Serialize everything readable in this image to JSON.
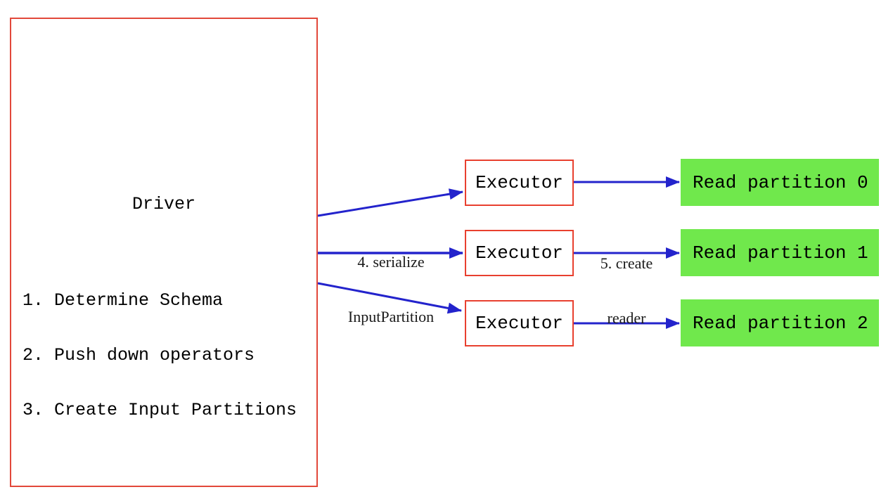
{
  "diagram": {
    "driver": {
      "title": "Driver",
      "steps": [
        "1. Determine Schema",
        "2. Push down operators",
        "3. Create Input Partitions"
      ]
    },
    "executors": [
      {
        "label": "Executor"
      },
      {
        "label": "Executor"
      },
      {
        "label": "Executor"
      }
    ],
    "partitions": [
      {
        "label": "Read partition 0"
      },
      {
        "label": "Read partition 1"
      },
      {
        "label": "Read partition 2"
      }
    ],
    "edge_labels": {
      "serialize": {
        "line1": "4. serialize",
        "line2": "InputPartition"
      },
      "create_reader": {
        "line1": "5. create",
        "line2": "reader"
      }
    },
    "colors": {
      "box_border_red": "#e8402f",
      "arrow_blue": "#2323cc",
      "partition_green": "#70e84c",
      "text_black": "#000000",
      "background": "#ffffff"
    }
  }
}
